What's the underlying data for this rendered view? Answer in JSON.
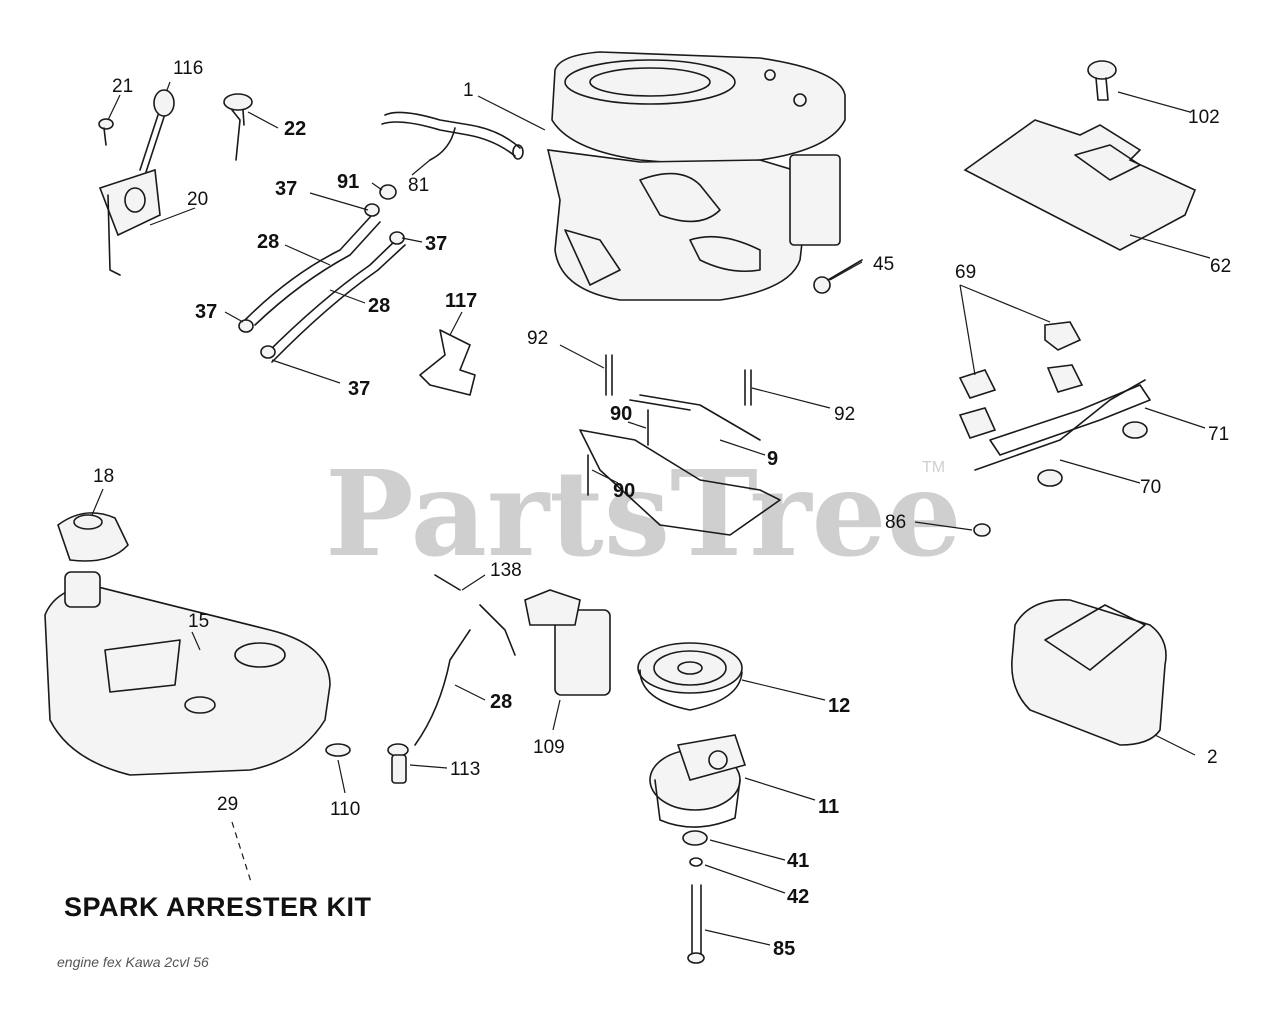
{
  "watermark": {
    "text": "PartsTree",
    "tm": "TM"
  },
  "kit_title": "SPARK ARRESTER KIT",
  "footnote": "engine fex Kawa 2cvl 56",
  "callouts": {
    "c1": "1",
    "c2": "2",
    "c9": "9",
    "c11": "11",
    "c12": "12",
    "c15": "15",
    "c18": "18",
    "c20": "20",
    "c21": "21",
    "c22": "22",
    "c28a": "28",
    "c28b": "28",
    "c28c": "28",
    "c29": "29",
    "c37a": "37",
    "c37b": "37",
    "c37c": "37",
    "c37d": "37",
    "c41": "41",
    "c42": "42",
    "c45": "45",
    "c62": "62",
    "c69": "69",
    "c70": "70",
    "c71": "71",
    "c81": "81",
    "c85": "85",
    "c86": "86",
    "c90a": "90",
    "c90b": "90",
    "c91": "91",
    "c92a": "92",
    "c92b": "92",
    "c102": "102",
    "c109": "109",
    "c110": "110",
    "c113": "113",
    "c116": "116",
    "c117": "117",
    "c138": "138"
  }
}
